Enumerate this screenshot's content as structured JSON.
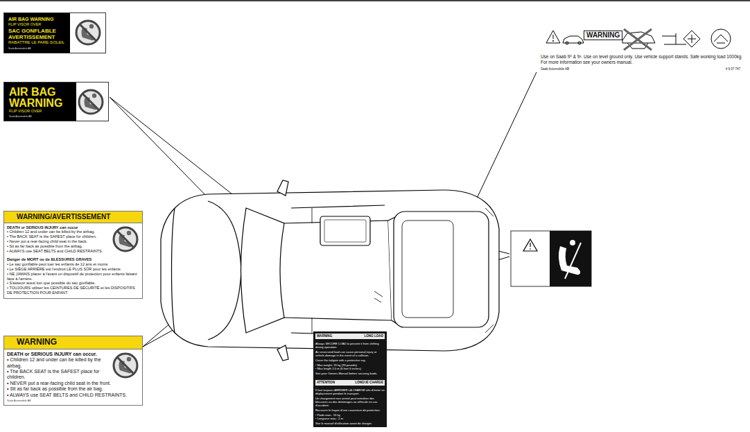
{
  "diagram": {
    "nodes": [
      {
        "text": [
          "AIR BAG WARNING",
          "FLIP VISOR OVER",
          "SAC GONFLABLE",
          "AVERTISSEMENT",
          "RABATTRE LE PARE-SOLEIL",
          "Saab Automobile AB"
        ]
      },
      {
        "text": [
          "AIR BAG WARNING",
          "FLIP VISOR OVER",
          "Saab Automobile AB"
        ]
      },
      {
        "text": [
          "WARNING/AVERTISSEMENT",
          "DEATH or SERIOUS INJURY can occur",
          "• Children 12 and under can be killed by the airbag.",
          "• The BACK SEAT is the SAFEST place for children.",
          "• Never put a rear-facing child seat in the back.",
          "• Sit as far back as possible from the airbag.",
          "• ALWAYS use SEAT BELTS and CHILD RESTRAINTS.",
          "Danger de MORT ou de BLESSURES GRAVES",
          "• Le sac gonflable peut tuer les enfants de 12 ans et moins",
          "• Le SIÈGE ARRIÈRE est l'endroit LE PLUS SÛR pour les enfants",
          "• NE JAMAIS placer à l'avant un dispositif de protection pour enfants faisant face à l'arrière.",
          "• S'asseoir aussi loin que possible du sac gonflable.",
          "• TOUJOURS utiliser les CEINTURES DE SÉCURITÉ et les DISPOSITIFS DE PROTECTION POUR ENFANT."
        ]
      },
      {
        "text": [
          "WARNING",
          "DEATH or SERIOUS INJURY can occur.",
          "• Children 12 and under can be killed by the airbag.",
          "• The BACK SEAT is the SAFEST place for children.",
          "• NEVER put a rear-facing child seat in the front.",
          "• Sit as far back as possible from the air bag.",
          "• ALWAYS use SEAT BELTS and CHILD RESTRAINTS.",
          "Saab Automobile AB"
        ]
      },
      {
        "text": [
          "WARNING",
          "Use on Saab 9⁵ & 9³. Use on level ground only. Use vehicle support stands. Safe working load 1000kg. For more information see your owners manual.",
          "Saab Automobile AB",
          "4 9 07 747"
        ]
      },
      {
        "text": [
          "WARNING",
          "LONG LOAD",
          "Always SECURE LOAD to prevent it from shifting during operation.",
          "An unsecured load can cause personal injury or vehicle damage in the event of a collision.",
          "Cover the tailgate with a protective rug.",
          "• Max weight: 15 kg (33 pounds)",
          "• Max length 2.0 m (6 feet 6 inches)",
          "See your Owners Manual before securing loads.",
          "ATTENTION",
          "LONGUE CHARGE",
          "Il faut toujours ARRIMER LA CHARGE afin d'éviter un déplacement pendant le transport.",
          "Un chargement non arrimé peut entraîner des blessures ou des dommages au véhicule en cas d'accident.",
          "Recouvrir le hayon d'une couverture de protection.",
          "• Poids max.: 15 kg",
          "• Longueur max.: 2 m",
          "Voir le manuel d'utilisation avant de charger."
        ]
      }
    ]
  }
}
